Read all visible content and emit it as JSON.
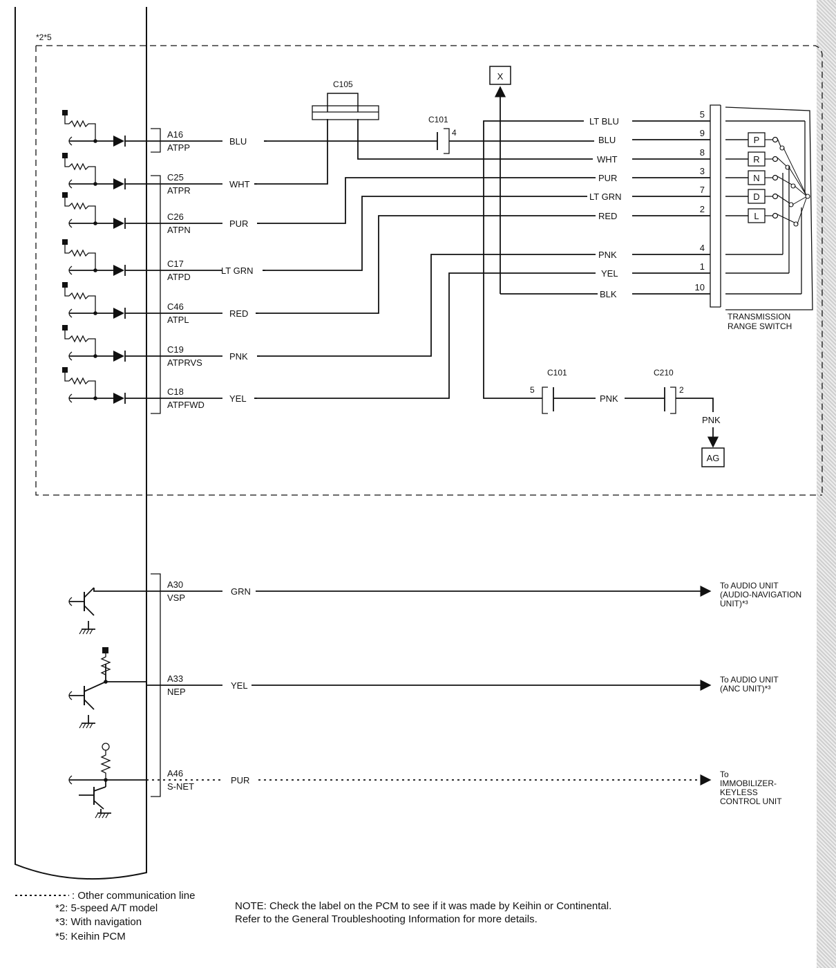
{
  "scope_label": "*2*5",
  "pcm_pins": [
    {
      "pin": "A16",
      "name": "ATPP",
      "wire": "BLU"
    },
    {
      "pin": "C25",
      "name": "ATPR",
      "wire": "WHT"
    },
    {
      "pin": "C26",
      "name": "ATPN",
      "wire": "PUR"
    },
    {
      "pin": "C17",
      "name": "ATPD",
      "wire": "LT GRN"
    },
    {
      "pin": "C46",
      "name": "ATPL",
      "wire": "RED"
    },
    {
      "pin": "C19",
      "name": "ATPRVS",
      "wire": "PNK"
    },
    {
      "pin": "C18",
      "name": "ATPFWD",
      "wire": "YEL"
    }
  ],
  "switch_pins": [
    {
      "num": "5",
      "wire": "LT BLU"
    },
    {
      "num": "9",
      "wire": "BLU"
    },
    {
      "num": "8",
      "wire": "WHT"
    },
    {
      "num": "3",
      "wire": "PUR"
    },
    {
      "num": "7",
      "wire": "LT GRN"
    },
    {
      "num": "2",
      "wire": "RED"
    },
    {
      "num": "4",
      "wire": "PNK"
    },
    {
      "num": "1",
      "wire": "YEL"
    },
    {
      "num": "10",
      "wire": "BLK"
    }
  ],
  "positions": [
    "P",
    "R",
    "N",
    "D",
    "L"
  ],
  "switch_title": [
    "TRANSMISSION",
    "RANGE SWITCH"
  ],
  "connectors": {
    "c105": "C105",
    "c101": "C101",
    "c101_pin": "4",
    "c101b": "C101",
    "c101b_pin": "5",
    "c210": "C210",
    "c210_pin": "2"
  },
  "ground_box": "X",
  "ag": {
    "wire": "PNK",
    "box": "AG",
    "mid_wire": "PNK"
  },
  "comm": [
    {
      "pin": "A30",
      "name": "VSP",
      "wire": "GRN",
      "dest": [
        "To AUDIO UNIT",
        "(AUDIO-NAVIGATION",
        "UNIT)*³"
      ]
    },
    {
      "pin": "A33",
      "name": "NEP",
      "wire": "YEL",
      "dest": [
        "To AUDIO UNIT",
        "(ANC UNIT)*³"
      ]
    },
    {
      "pin": "A46",
      "name": "S-NET",
      "wire": "PUR",
      "dest": [
        "To",
        "IMMOBILIZER-",
        "KEYLESS",
        "CONTROL UNIT"
      ]
    }
  ],
  "footnotes": {
    "legend": ": Other communication line",
    "n2": "*2: 5-speed A/T model",
    "n3": "*3: With navigation",
    "n5": "*5: Keihin PCM"
  },
  "note": [
    "NOTE: Check the label on the PCM to see if it was made by Keihin or Continental.",
    "Refer to the General Troubleshooting Information for more details."
  ]
}
